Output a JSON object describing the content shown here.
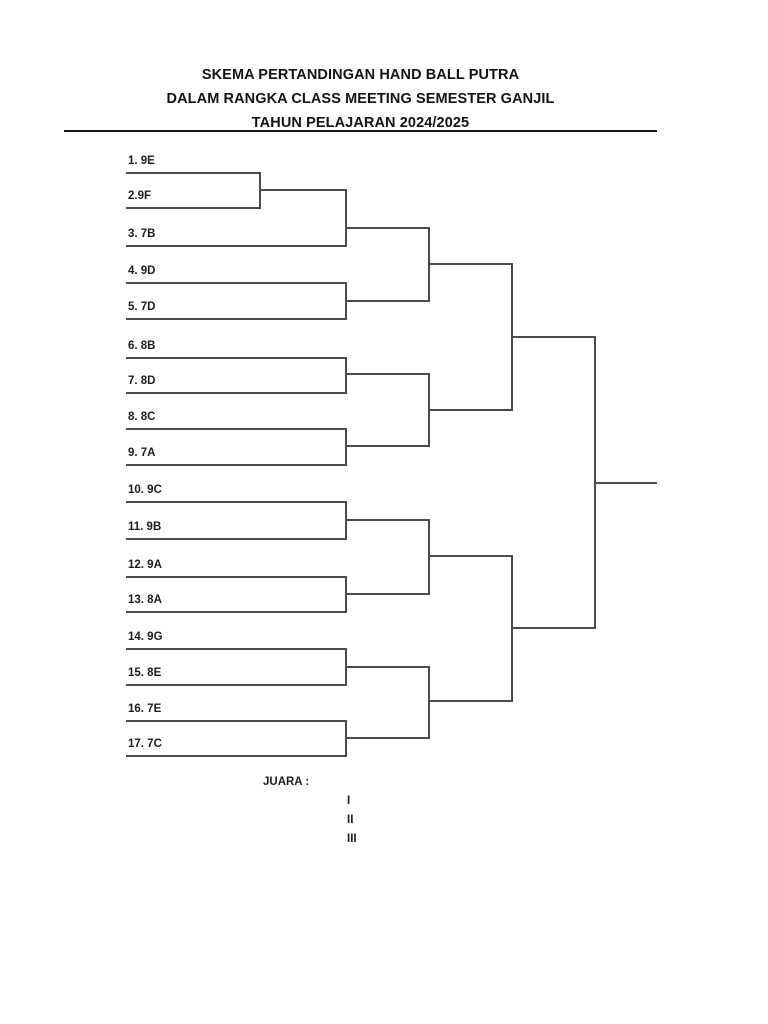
{
  "title": {
    "line1": "SKEMA PERTANDINGAN HAND BALL PUTRA",
    "line2": "DALAM RANGKA CLASS MEETING SEMESTER GANJIL",
    "line3": "TAHUN PELAJARAN 2024/2025"
  },
  "bracket": {
    "type": "single-elimination-tournament-bracket",
    "team_count": 17,
    "teams": [
      "1. 9E",
      "2.9F",
      "3. 7B",
      "4. 9D",
      "5. 7D",
      "6. 8B",
      "7. 8D",
      "8. 8C",
      "9. 7A",
      "10. 9C",
      "11. 9B",
      "12. 9A",
      "13. 8A",
      "14. 9G",
      "15. 8E",
      "16. 7E",
      "17. 7C"
    ],
    "pairings": [
      "1 vs 2 (play-in)",
      "winner(1,2) vs 3",
      "4 vs 5",
      "6 vs 7",
      "8 vs 9",
      "10 vs 11",
      "12 vs 13",
      "14 vs 15",
      "16 vs 17"
    ]
  },
  "footer": {
    "juara_label": "JUARA :",
    "ranks": [
      "I",
      "II",
      "III"
    ]
  },
  "colors": {
    "background": "#ffffff",
    "line": "#4a4a4a",
    "text": "#1c1c1c",
    "title_text": "#121212"
  }
}
